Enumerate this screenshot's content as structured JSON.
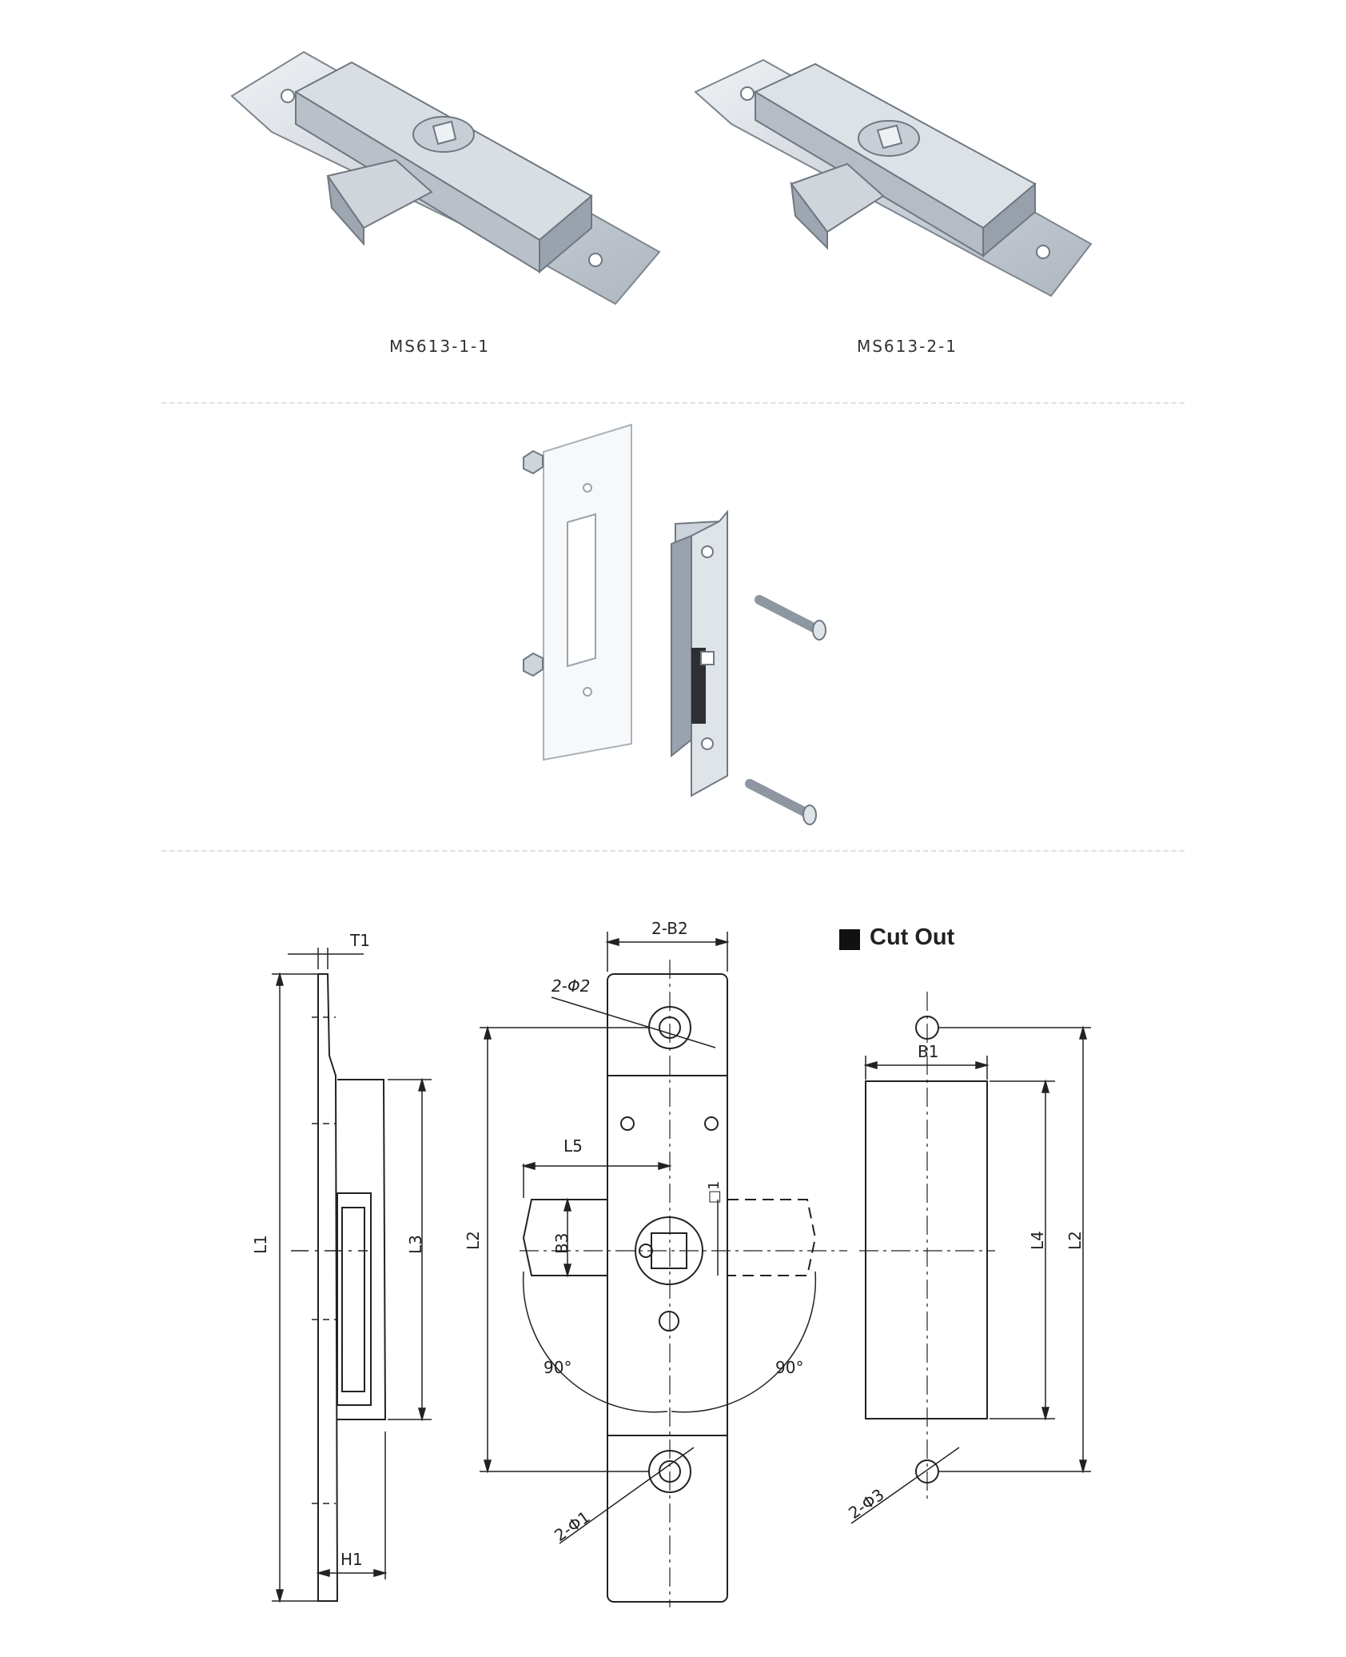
{
  "products": [
    {
      "model": "MS613-1-1",
      "icon": "latch-product-render"
    },
    {
      "model": "MS613-2-1",
      "icon": "latch-product-render"
    }
  ],
  "assembly": {
    "icon": "exploded-assembly-render"
  },
  "drawing": {
    "side_view": {
      "t1": "T1",
      "l1": "L1",
      "l3": "L3",
      "h1": "H1"
    },
    "front_view": {
      "b2": "2-B2",
      "phi2": "2-Φ2",
      "l5": "L5",
      "d1": "□1",
      "l2": "L2",
      "b3": "B3",
      "angle_left": "90°",
      "angle_right": "90°",
      "phi1": "2-Φ1"
    },
    "cut_out": {
      "title": "Cut Out",
      "b1": "B1",
      "l4": "L4",
      "l2": "L2",
      "phi3": "2-Φ3"
    }
  },
  "colors": {
    "metal_light": "#dfe3e8",
    "metal_mid": "#b7bec6",
    "metal_dark": "#7d8690",
    "line": "#222222",
    "divider": "#e0e0e0"
  }
}
